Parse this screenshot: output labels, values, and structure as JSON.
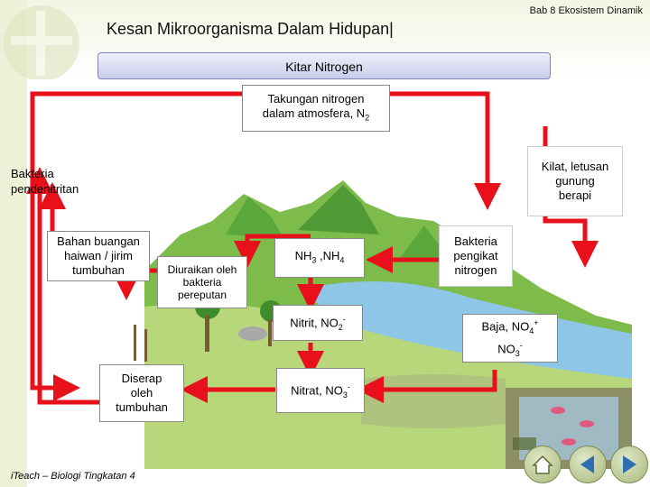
{
  "header": {
    "chapter": "Bab 8 Ekosistem Dinamik",
    "title": "Kesan Mikroorganisma Dalam Hidupan|",
    "banner": "Kitar Nitrogen"
  },
  "labels": {
    "atmosphere_line1": "Takungan nitrogen",
    "atmosphere_line2": "dalam atmosfera, N",
    "atmosphere_sub": "2",
    "lightning": [
      "Kilat, letusan",
      "gunung",
      "berapi"
    ],
    "denitrifying": [
      "Bakteria",
      "pendenitritan"
    ],
    "waste": [
      "Bahan buangan",
      "haiwan / jirim",
      "tumbuhan"
    ],
    "decomposed": [
      "Diuraikan oleh",
      "bakteria",
      "pereputan"
    ],
    "ammonia": {
      "a": "NH",
      "a_sub": "3",
      "sep": " ,NH",
      "b_sub": "4"
    },
    "fixing": [
      "Bakteria",
      "pengikat",
      "nitrogen"
    ],
    "nitrite": {
      "text": "Nitrit, NO",
      "sub": "2",
      "sup": "-"
    },
    "fertilizer": {
      "a": "Baja, NO",
      "a_sub": "4",
      "a_sup": "+",
      "b": "NO",
      "b_sub": "3",
      "b_sup": "-"
    },
    "absorbed": [
      "Diserap",
      "oleh",
      "tumbuhan"
    ],
    "nitrate": {
      "text": "Nitrat, NO",
      "sub": "3",
      "sup": "-"
    }
  },
  "footer": {
    "text": "iTeach – Biologi Tingkatan 4"
  },
  "nav": {
    "home": "home-icon",
    "prev": "triangle-left-icon",
    "next": "triangle-right-icon"
  },
  "colors": {
    "arrow": "#e8101a",
    "banner_border": "#7d86b7",
    "nav": "#a9b87a"
  }
}
